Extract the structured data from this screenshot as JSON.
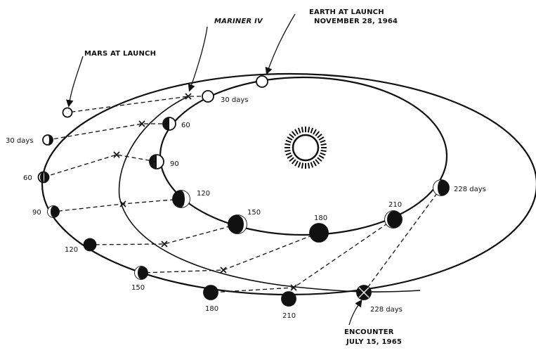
{
  "labels": {
    "mariner": "MARINER IV",
    "earth_launch_line1": "EARTH AT LAUNCH",
    "earth_launch_line2": "NOVEMBER 28, 1964",
    "mars_launch": "MARS AT LAUNCH",
    "encounter_line1": "ENCOUNTER",
    "encounter_line2": "JULY 15, 1965"
  },
  "earth_days": [
    "30 days",
    "60",
    "90",
    "120",
    "150",
    "180",
    "210",
    "228 days"
  ],
  "mars_days": [
    "30 days",
    "60",
    "90",
    "120",
    "150",
    "180",
    "210",
    "228 days"
  ]
}
